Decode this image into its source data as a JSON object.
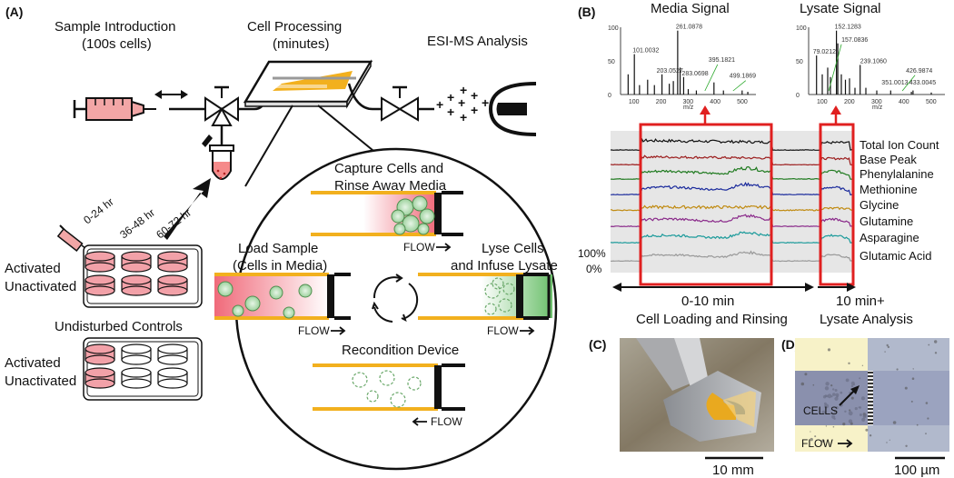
{
  "panels": {
    "a": "(A)",
    "b": "(B)",
    "c": "(C)",
    "d": "(D)"
  },
  "panel_a": {
    "sample_intro": "Sample Introduction",
    "sample_intro_sub": "(100s cells)",
    "cell_processing": "Cell Processing",
    "cell_processing_sub": "(minutes)",
    "esi_ms": "ESI-MS Analysis",
    "time_labels": [
      "0-24 hr",
      "36-48 hr",
      "60-72 hr"
    ],
    "activated": "Activated",
    "unactivated": "Unactivated",
    "undisturbed": "Undisturbed Controls",
    "activated2": "Activated",
    "unactivated2": "Unactivated",
    "capture_l1": "Capture Cells and",
    "capture_l2": "Rinse Away Media",
    "load_l1": "Load Sample",
    "load_l2": "(Cells in Media)",
    "lyse_l1": "Lyse Cells",
    "lyse_l2": "and Infuse Lysate",
    "recondition": "Recondition Device",
    "flow": "FLOW"
  },
  "panel_b": {
    "media_signal": "Media Signal",
    "lysate_signal": "Lysate Signal",
    "mz_label": "m/z",
    "media_peaks": [
      "101.0032",
      "203.0527",
      "261.0878",
      "283.0698",
      "395.1821",
      "499.1869"
    ],
    "lysate_peaks": [
      "79.0212",
      "152.1283",
      "157.0836",
      "239.1060",
      "351.0013",
      "426.9874",
      "433.0045"
    ],
    "y_ticks": [
      "100",
      "50",
      "0"
    ],
    "media_x_ticks": [
      "100",
      "200",
      "300",
      "400",
      "500"
    ],
    "lysate_x_ticks": [
      "100",
      "200",
      "300",
      "400",
      "500"
    ],
    "traces": [
      {
        "name": "Total Ion Count",
        "color": "#111111"
      },
      {
        "name": "Base Peak",
        "color": "#9b1c1c"
      },
      {
        "name": "Phenylalanine",
        "color": "#1f7a1f"
      },
      {
        "name": "Methionine",
        "color": "#1a2a9c"
      },
      {
        "name": "Glycine",
        "color": "#c08a10"
      },
      {
        "name": "Glutamine",
        "color": "#8a2a8a"
      },
      {
        "name": "Asparagine",
        "color": "#1a9a9a"
      },
      {
        "name": "Glutamic Acid",
        "color": "#999999"
      }
    ],
    "pct100": "100%",
    "pct0": "0%",
    "time1": "0-10 min",
    "time1_sub": "Cell Loading and Rinsing",
    "time2": "10 min+",
    "time2_sub": "Lysate Analysis"
  },
  "panel_c": {
    "scale": "10 mm"
  },
  "panel_d": {
    "cells": "CELLS",
    "flow": "FLOW",
    "scale": "100 µm"
  },
  "colors": {
    "yellow": "#f2b01e",
    "pink": "#f08a8a",
    "red_box": "#e02020",
    "green_cell": "#8fc98f"
  }
}
